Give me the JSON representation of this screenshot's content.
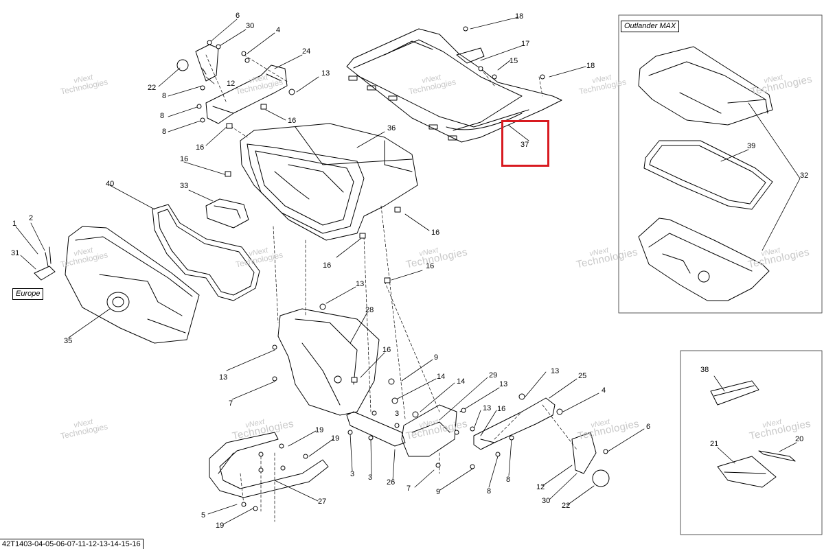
{
  "diagram": {
    "footer_code": "42T1403-04-05-06-07-11-12-13-14-15-16",
    "inset_label": "Outlander MAX",
    "region_label": "Europe",
    "highlight_color": "#d81a20",
    "highlighted_part": "37",
    "watermark": {
      "line1": "vNext",
      "line2": "Technologies"
    }
  },
  "callouts": {
    "c1": "1",
    "c2": "2",
    "c3a": "3",
    "c3b": "3",
    "c4a": "4",
    "c4b": "4",
    "c5": "5",
    "c6a": "6",
    "c6b": "6",
    "c7a": "7",
    "c7b": "7",
    "c8a": "8",
    "c8b": "8",
    "c8c": "8",
    "c8d": "8",
    "c8e": "8",
    "c9a": "9",
    "c9b": "9",
    "c12a": "12",
    "c12b": "12",
    "c13a": "13",
    "c13b": "13",
    "c13c": "13",
    "c13d": "13",
    "c13e": "13",
    "c13f": "13",
    "c14a": "14",
    "c14b": "14",
    "c15": "15",
    "c16a": "16",
    "c16b": "16",
    "c16c": "16",
    "c16d": "16",
    "c16e": "16",
    "c16f": "16",
    "c16g": "16",
    "c16h": "16",
    "c17": "17",
    "c18a": "18",
    "c18b": "18",
    "c19a": "19",
    "c19b": "19",
    "c19c": "19",
    "c20": "20",
    "c21": "21",
    "c22a": "22",
    "c22b": "22",
    "c24": "24",
    "c25": "25",
    "c26": "26",
    "c27": "27",
    "c28": "28",
    "c29": "29",
    "c30a": "30",
    "c30b": "30",
    "c31": "31",
    "c32": "32",
    "c33": "33",
    "c35": "35",
    "c36": "36",
    "c37": "37",
    "c38": "38",
    "c39": "39",
    "c40": "40"
  }
}
